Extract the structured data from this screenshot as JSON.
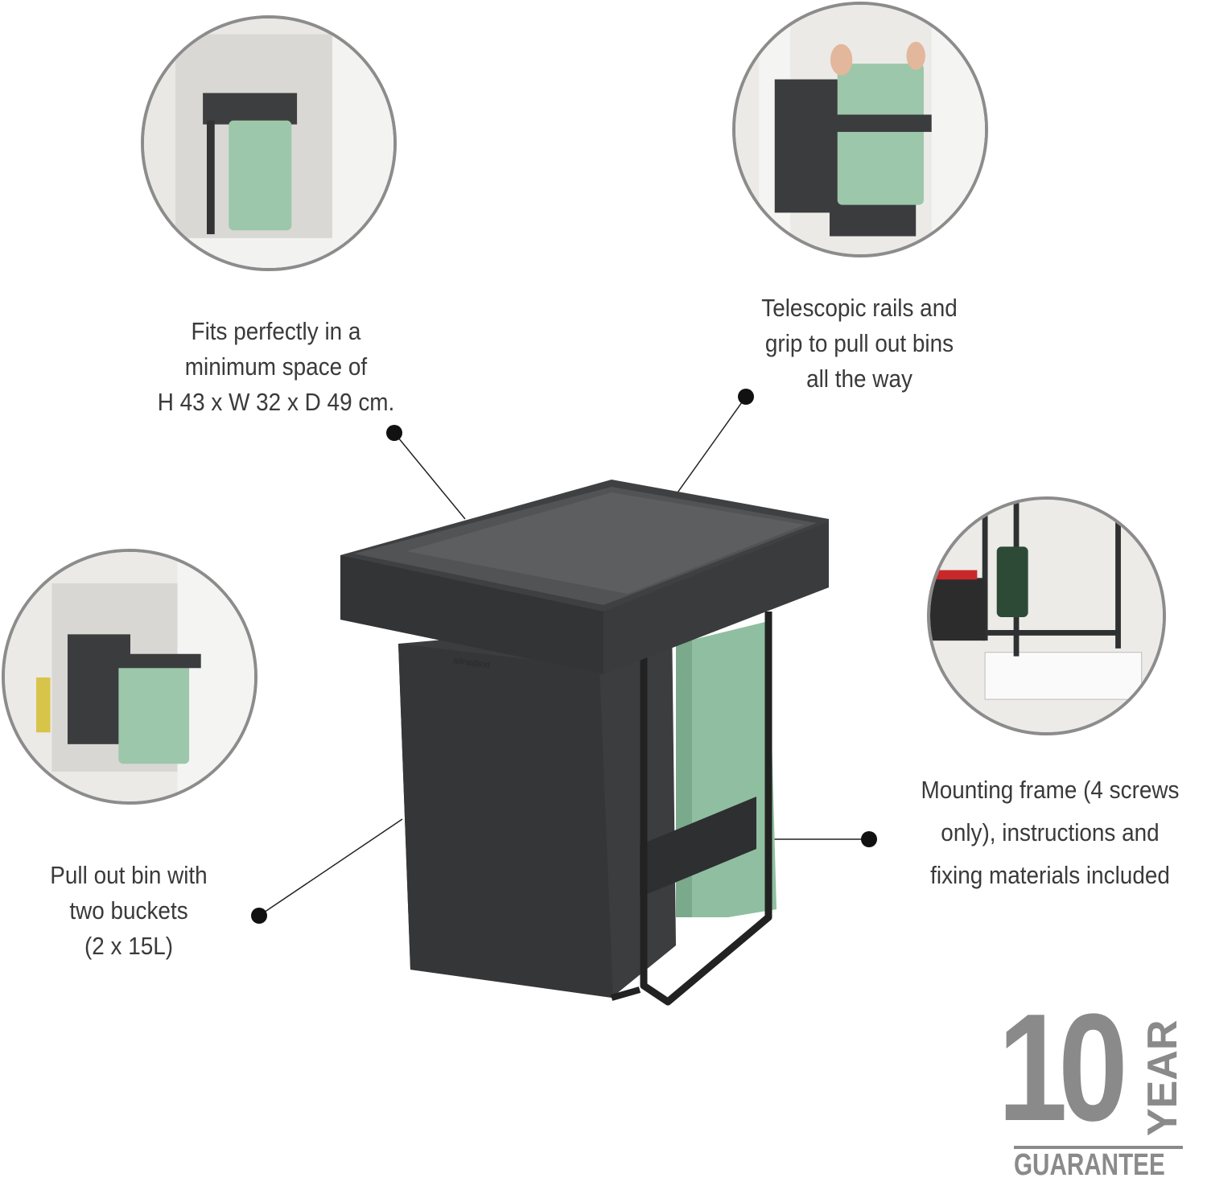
{
  "captions": {
    "space": [
      "Fits perfectly in a",
      "minimum space of",
      "H 43 x W 32 x D 49 cm."
    ],
    "rails": [
      "Telescopic rails and",
      "grip to pull out bins",
      "all the way"
    ],
    "buckets": [
      "Pull out bin with",
      "two buckets",
      "(2 x 15L)"
    ],
    "frame": [
      "Mounting frame (4 screws",
      "only), instructions and",
      "fixing materials included"
    ]
  },
  "badge": {
    "number": "10",
    "unit": "YEAR",
    "label": "GUARANTEE"
  },
  "brand_mark": "brabantia",
  "colors": {
    "bin_dark": "#3b3c3e",
    "bucket_green": "#8fbfa0",
    "badge_grey": "#8a8a8a",
    "ring": "#8c8c8c"
  }
}
